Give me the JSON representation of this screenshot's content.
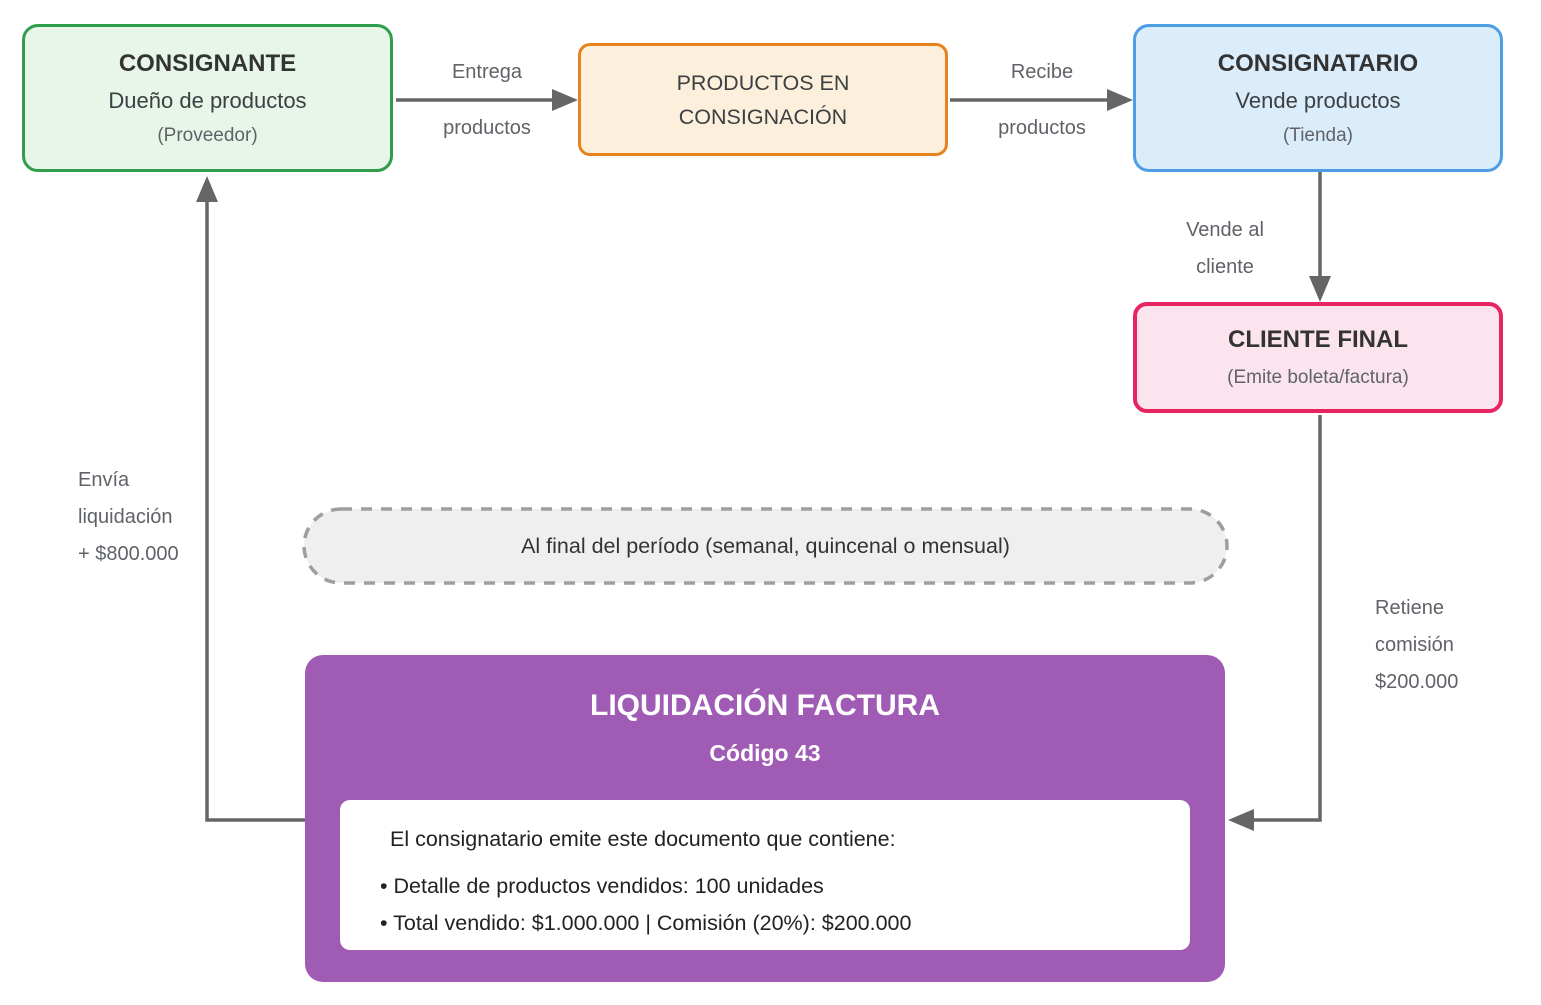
{
  "nodes": {
    "consignante": {
      "title": "CONSIGNANTE",
      "subtitle": "Dueño de productos",
      "note": "(Proveedor)"
    },
    "productos_consignacion": {
      "title": "PRODUCTOS EN CONSIGNACIÓN"
    },
    "consignatario": {
      "title": "CONSIGNATARIO",
      "subtitle": "Vende productos",
      "note": "(Tienda)"
    },
    "cliente_final": {
      "title": "CLIENTE FINAL",
      "note": "(Emite boleta/factura)"
    },
    "periodo": {
      "label": "Al final del período (semanal, quincenal o mensual)"
    },
    "liquidacion": {
      "title": "LIQUIDACIÓN FACTURA",
      "subtitle": "Código 43",
      "intro": "El consignatario emite este documento que contiene:",
      "bullets": [
        "• Detalle de productos vendidos: 100 unidades",
        "• Total vendido: $1.000.000 | Comisión (20%): $200.000"
      ]
    }
  },
  "edges": {
    "entrega": {
      "lines": [
        "Entrega",
        "productos"
      ]
    },
    "recibe": {
      "lines": [
        "Recibe",
        "productos"
      ]
    },
    "vende_cliente": {
      "lines": [
        "Vende al",
        "cliente"
      ]
    },
    "retiene": {
      "lines": [
        "Retiene",
        "comisión",
        "$200.000"
      ]
    },
    "envia": {
      "lines": [
        "Envía",
        "liquidación",
        "+ $800.000"
      ]
    }
  },
  "colors": {
    "consignante_border": "#2f9e4c",
    "consignante_fill": "#e8f5e9",
    "productos_border": "#e8821d",
    "productos_fill": "#fcefdb",
    "consignatario_border": "#4d9ee4",
    "consignatario_fill": "#dbedfb",
    "cliente_border": "#e82460",
    "cliente_fill": "#fbe4ee",
    "liquidacion_fill": "#a05cb5",
    "periodo_fill": "#efefef",
    "periodo_border": "#9e9e9e",
    "arrow": "#666666",
    "label_text": "#5f6368",
    "title_text": "#333333"
  }
}
